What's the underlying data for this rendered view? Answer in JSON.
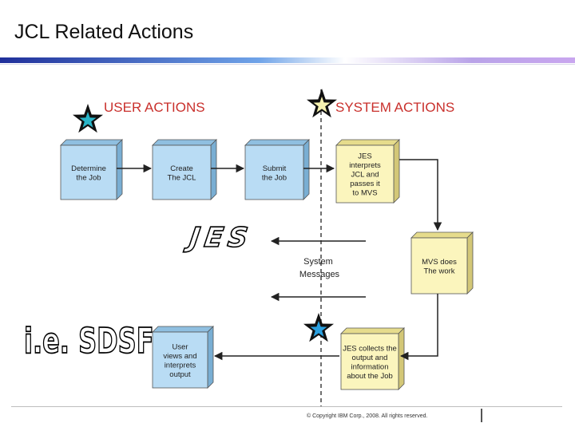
{
  "slide": {
    "title": "JCL Related Actions",
    "copyright": "© Copyright IBM Corp., 2008. All rights reserved."
  },
  "diagram": {
    "headers": {
      "user": "USER ACTIONS",
      "system": "SYSTEM ACTIONS"
    },
    "boxes": {
      "determine": [
        "Determine",
        "the Job"
      ],
      "create": [
        "Create",
        "The JCL"
      ],
      "submit": [
        "Submit",
        "the Job"
      ],
      "jes_interprets": [
        "JES",
        "interprets",
        "JCL and",
        "passes it",
        "to MVS"
      ],
      "mvs": [
        "MVS does",
        "The work"
      ],
      "jes_collects": [
        "JES collects the",
        "output and",
        "information",
        "about the Job"
      ],
      "user_views": [
        "User",
        "views and",
        "interprets",
        "output"
      ]
    },
    "system_messages": [
      "System",
      "Messages"
    ],
    "annotations": {
      "jes": "JES",
      "sdsf": "i.e. SDSF"
    },
    "colors": {
      "user_header": "#c9302c",
      "system_header": "#c9302c",
      "user_box": "#b9dcf4",
      "system_box": "#fbf5bd",
      "star_teal": "#2ab5c8",
      "star_yellow": "#f6f2b0",
      "star_blue": "#2aa0e0"
    }
  }
}
